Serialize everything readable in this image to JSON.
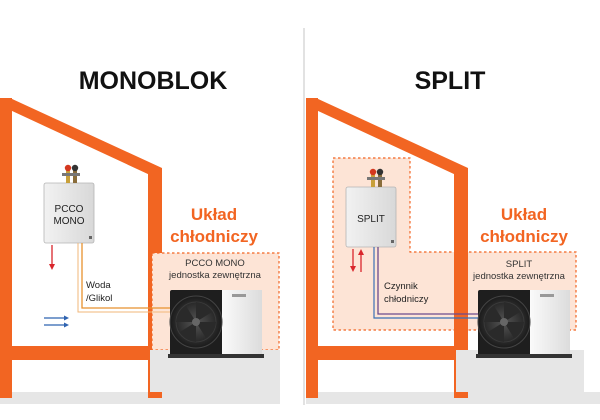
{
  "colors": {
    "house_wall": "#f26522",
    "zone_fill": "#fde4d6",
    "zone_border": "#f26522",
    "ground": "#e6e6e6",
    "pipe_orange": "#e8912e",
    "pipe_blue": "#3a6fb5",
    "pipe_purple": "#6b4a8c",
    "arrow_red": "#d9262c",
    "arrow_blue": "#2f63b0",
    "divider": "#cfcfcf"
  },
  "left_panel": {
    "title": "MONOBLOK",
    "zone_title_line1": "Układ",
    "zone_title_line2": "chłodniczy",
    "indoor_unit_line1": "PCCO",
    "indoor_unit_line2": "MONO",
    "pipe_label_line1": "Woda",
    "pipe_label_line2": "/Glikol",
    "outdoor_label_line1": "PCCO MONO",
    "outdoor_label_line2": "jednostka zewnętrzna"
  },
  "right_panel": {
    "title": "SPLIT",
    "zone_title_line1": "Układ",
    "zone_title_line2": "chłodniczy",
    "indoor_unit_line1": "SPLIT",
    "pipe_label_line1": "Czynnik",
    "pipe_label_line2": "chłodniczy",
    "outdoor_label_line1": "SPLIT",
    "outdoor_label_line2": "jednostka zewnętrzna"
  },
  "icons": {
    "indoor_unit": "wall-mounted-unit-icon",
    "outdoor_unit": "heat-pump-fan-unit-icon",
    "valve": "valve-icon",
    "arrow_down": "arrow-down-icon",
    "arrow_up": "arrow-up-icon",
    "arrow_right": "arrow-right-icon"
  }
}
